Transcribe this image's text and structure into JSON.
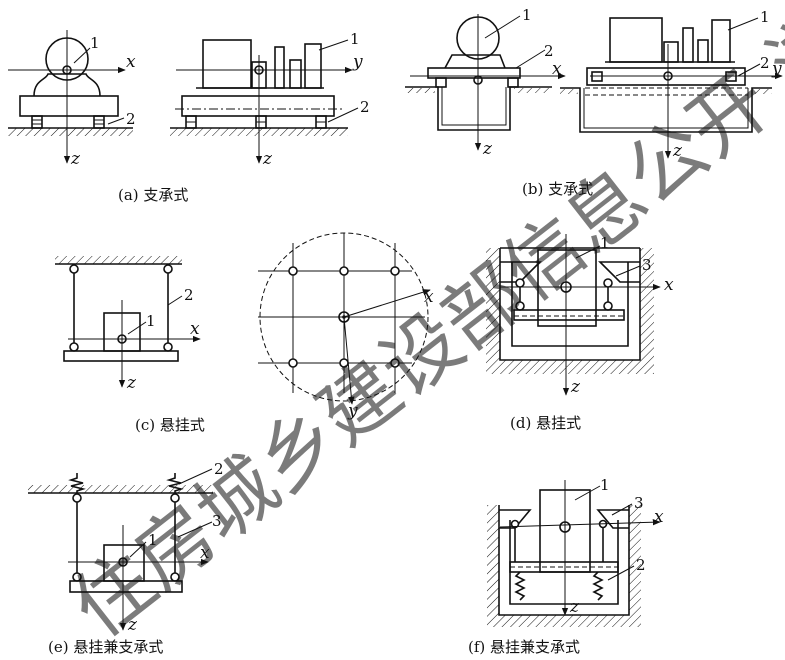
{
  "watermark": "住房城乡建设部信息公开 浏览专用",
  "captions": {
    "a": "(a) 支承式",
    "b": "(b) 支承式",
    "c": "(c) 悬挂式",
    "d": "(d) 悬挂式",
    "e": "(e) 悬挂兼支承式",
    "f": "(f) 悬挂兼支承式"
  },
  "labels": {
    "one": "1",
    "two": "2",
    "three": "3"
  },
  "axes": {
    "x": "x",
    "y": "y",
    "z": "z"
  }
}
